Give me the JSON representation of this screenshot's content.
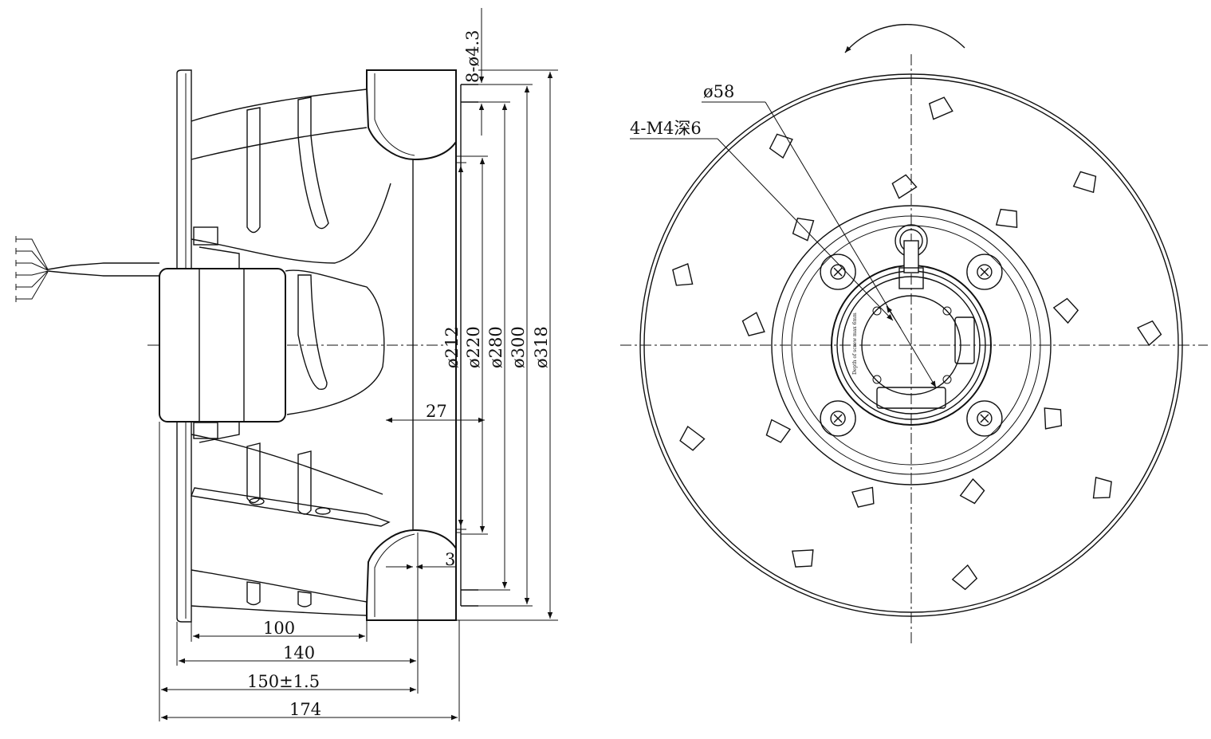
{
  "side_view": {
    "dimensions": {
      "hole_spec": "8-ø4.3",
      "d212": "ø212",
      "d220": "ø220",
      "d280": "ø280",
      "d300": "ø300",
      "d318": "ø318",
      "flange_offset": "27",
      "lip": "3",
      "length_100": "100",
      "length_140": "140",
      "length_150": "150±1.5",
      "length_174": "174"
    }
  },
  "front_view": {
    "dimensions": {
      "hub_diameter": "ø58",
      "thread_spec": "4-M4深6"
    },
    "rotation_direction": "counter-clockwise",
    "blade_count": 18,
    "screw_count": 4,
    "tiny_label": "Depth of screw max 6mm"
  }
}
